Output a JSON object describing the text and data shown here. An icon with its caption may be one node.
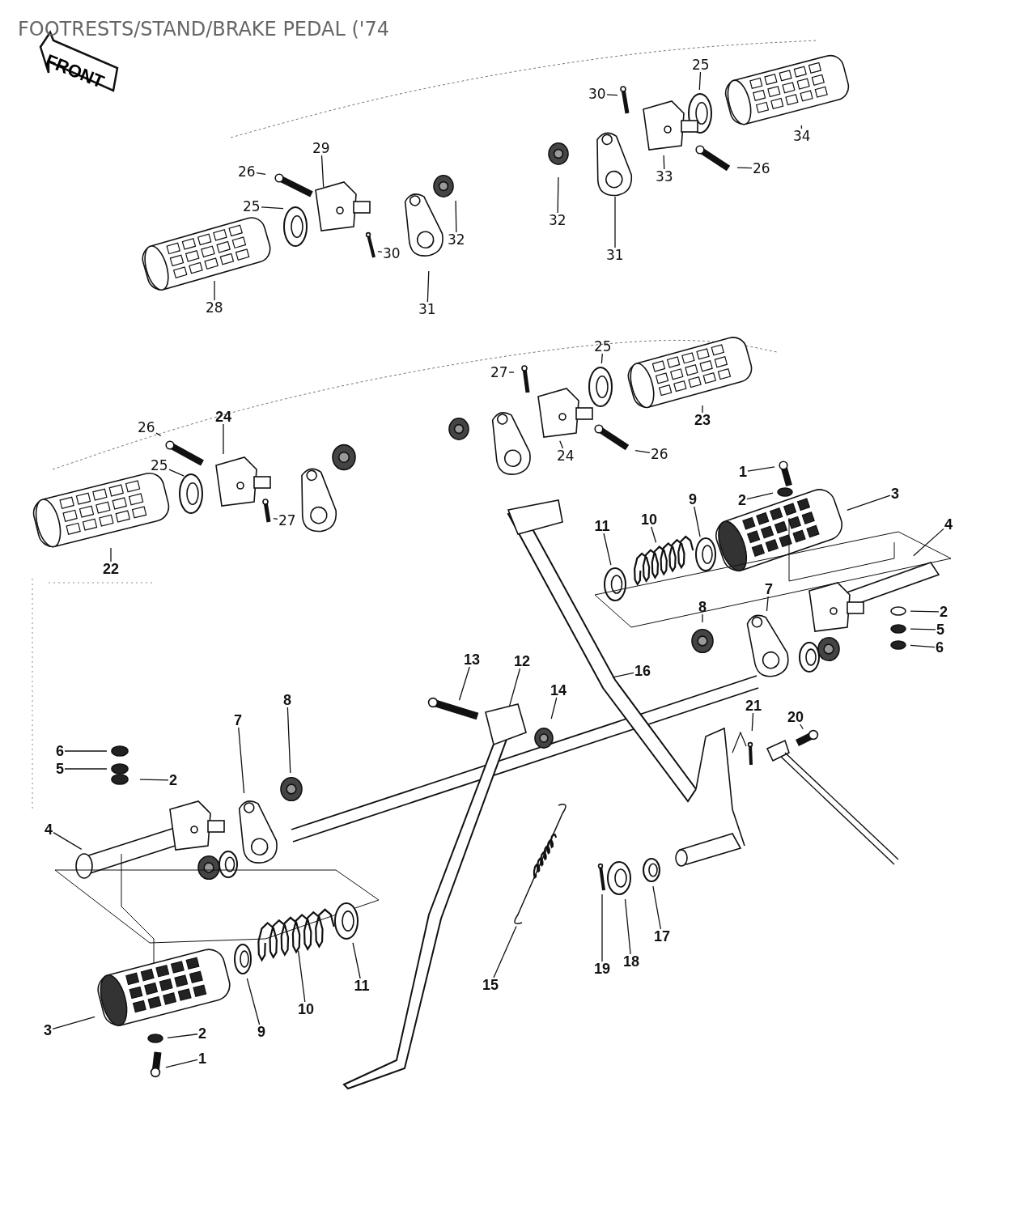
{
  "diagram": {
    "title": "FOOTRESTS/STAND/BRAKE PEDAL ('74",
    "nodes": [
      {
        "text": [
          "26"
        ]
      },
      {
        "text": [
          "29"
        ]
      },
      {
        "text": [
          "25"
        ]
      },
      {
        "text": [
          "28"
        ]
      },
      {
        "text": [
          "30"
        ]
      },
      {
        "text": [
          "31"
        ]
      },
      {
        "text": [
          "32"
        ]
      },
      {
        "text": [
          "30"
        ]
      },
      {
        "text": [
          "25"
        ]
      },
      {
        "text": [
          "34"
        ]
      },
      {
        "text": [
          "33"
        ]
      },
      {
        "text": [
          "26"
        ]
      },
      {
        "text": [
          "32"
        ]
      },
      {
        "text": [
          "31"
        ]
      },
      {
        "text": [
          "26"
        ]
      },
      {
        "text": [
          "24"
        ]
      },
      {
        "text": [
          "25"
        ]
      },
      {
        "text": [
          "22"
        ]
      },
      {
        "text": [
          "27"
        ]
      },
      {
        "text": [
          "27"
        ]
      },
      {
        "text": [
          "25"
        ]
      },
      {
        "text": [
          "23"
        ]
      },
      {
        "text": [
          "24"
        ]
      },
      {
        "text": [
          "26"
        ]
      },
      {
        "text": [
          "1"
        ]
      },
      {
        "text": [
          "2"
        ]
      },
      {
        "text": [
          "3"
        ]
      },
      {
        "text": [
          "4"
        ]
      },
      {
        "text": [
          "11"
        ]
      },
      {
        "text": [
          "10"
        ]
      },
      {
        "text": [
          "9"
        ]
      },
      {
        "text": [
          "8"
        ]
      },
      {
        "text": [
          "7"
        ]
      },
      {
        "text": [
          "2"
        ]
      },
      {
        "text": [
          "5"
        ]
      },
      {
        "text": [
          "6"
        ]
      },
      {
        "text": [
          "6"
        ]
      },
      {
        "text": [
          "5"
        ]
      },
      {
        "text": [
          "2"
        ]
      },
      {
        "text": [
          "4"
        ]
      },
      {
        "text": [
          "7"
        ]
      },
      {
        "text": [
          "8"
        ]
      },
      {
        "text": [
          "3"
        ]
      },
      {
        "text": [
          "2"
        ]
      },
      {
        "text": [
          "1"
        ]
      },
      {
        "text": [
          "9"
        ]
      },
      {
        "text": [
          "10"
        ]
      },
      {
        "text": [
          "11"
        ]
      },
      {
        "text": [
          "13"
        ]
      },
      {
        "text": [
          "12"
        ]
      },
      {
        "text": [
          "14"
        ]
      },
      {
        "text": [
          "16"
        ]
      },
      {
        "text": [
          "15"
        ]
      },
      {
        "text": [
          "21"
        ]
      },
      {
        "text": [
          "20"
        ]
      },
      {
        "text": [
          "19"
        ]
      },
      {
        "text": [
          "18"
        ]
      },
      {
        "text": [
          "17"
        ]
      }
    ],
    "edges": [
      {
        "from": 0,
        "to": null,
        "arrow": "none"
      },
      {
        "from": 1,
        "to": null,
        "arrow": "none"
      },
      {
        "from": 2,
        "to": null,
        "arrow": "none"
      },
      {
        "from": 3,
        "to": null,
        "arrow": "none"
      },
      {
        "from": 4,
        "to": null,
        "arrow": "none"
      },
      {
        "from": 5,
        "to": null,
        "arrow": "none"
      },
      {
        "from": 6,
        "to": null,
        "arrow": "none"
      },
      {
        "from": 7,
        "to": null,
        "arrow": "none"
      },
      {
        "from": 8,
        "to": null,
        "arrow": "none"
      },
      {
        "from": 9,
        "to": null,
        "arrow": "none"
      },
      {
        "from": 10,
        "to": null,
        "arrow": "none"
      },
      {
        "from": 11,
        "to": null,
        "arrow": "none"
      },
      {
        "from": 12,
        "to": null,
        "arrow": "none"
      },
      {
        "from": 13,
        "to": null,
        "arrow": "none"
      },
      {
        "from": 14,
        "to": null,
        "arrow": "none"
      },
      {
        "from": 15,
        "to": null,
        "arrow": "none"
      },
      {
        "from": 16,
        "to": null,
        "arrow": "none"
      },
      {
        "from": 17,
        "to": null,
        "arrow": "none"
      },
      {
        "from": 18,
        "to": null,
        "arrow": "none"
      },
      {
        "from": 19,
        "to": null,
        "arrow": "none"
      },
      {
        "from": 20,
        "to": null,
        "arrow": "none"
      },
      {
        "from": 21,
        "to": null,
        "arrow": "none"
      },
      {
        "from": 22,
        "to": null,
        "arrow": "none"
      },
      {
        "from": 23,
        "to": null,
        "arrow": "none"
      },
      {
        "from": 24,
        "to": null,
        "arrow": "none"
      },
      {
        "from": 25,
        "to": null,
        "arrow": "none"
      },
      {
        "from": 26,
        "to": null,
        "arrow": "none"
      },
      {
        "from": 27,
        "to": null,
        "arrow": "none"
      },
      {
        "from": 28,
        "to": null,
        "arrow": "none"
      },
      {
        "from": 29,
        "to": null,
        "arrow": "none"
      },
      {
        "from": 30,
        "to": null,
        "arrow": "none"
      },
      {
        "from": 31,
        "to": null,
        "arrow": "none"
      },
      {
        "from": 32,
        "to": null,
        "arrow": "none"
      },
      {
        "from": 33,
        "to": null,
        "arrow": "none"
      },
      {
        "from": 34,
        "to": null,
        "arrow": "none"
      },
      {
        "from": 35,
        "to": null,
        "arrow": "none"
      },
      {
        "from": 36,
        "to": null,
        "arrow": "none"
      },
      {
        "from": 37,
        "to": null,
        "arrow": "none"
      },
      {
        "from": 38,
        "to": null,
        "arrow": "none"
      },
      {
        "from": 39,
        "to": null,
        "arrow": "none"
      },
      {
        "from": 40,
        "to": null,
        "arrow": "none"
      },
      {
        "from": 41,
        "to": null,
        "arrow": "none"
      },
      {
        "from": 42,
        "to": null,
        "arrow": "none"
      },
      {
        "from": 43,
        "to": null,
        "arrow": "none"
      },
      {
        "from": 44,
        "to": null,
        "arrow": "none"
      },
      {
        "from": 45,
        "to": null,
        "arrow": "none"
      },
      {
        "from": 46,
        "to": null,
        "arrow": "none"
      },
      {
        "from": 47,
        "to": null,
        "arrow": "none"
      },
      {
        "from": 48,
        "to": null,
        "arrow": "none"
      },
      {
        "from": 49,
        "to": null,
        "arrow": "none"
      },
      {
        "from": 50,
        "to": null,
        "arrow": "none"
      },
      {
        "from": 51,
        "to": null,
        "arrow": "none"
      },
      {
        "from": 52,
        "to": null,
        "arrow": "none"
      },
      {
        "from": 53,
        "to": null,
        "arrow": "none"
      },
      {
        "from": 54,
        "to": null,
        "arrow": "none"
      },
      {
        "from": 55,
        "to": null,
        "arrow": "none"
      },
      {
        "from": 56,
        "to": null,
        "arrow": "none"
      },
      {
        "from": 57,
        "to": null,
        "arrow": "none"
      }
    ],
    "labels": [
      "FRONT"
    ]
  }
}
